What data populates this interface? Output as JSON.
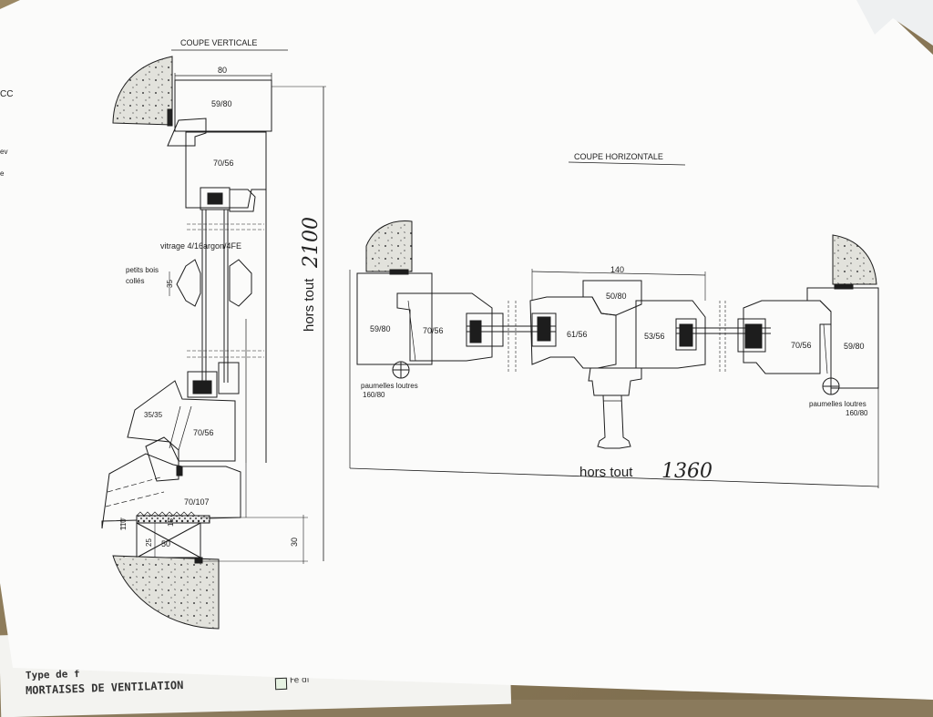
{
  "colors": {
    "paper": "#fbfbfa",
    "ink": "#1d1d1d",
    "table": "#8a7a5c",
    "stone": "#e2e2dc"
  },
  "background_sheet": {
    "line1": "Type de f",
    "line2": "MORTAISES DE VENTILATION",
    "checkbox_text": "Fe di",
    "margin_cc": "CC",
    "margin_ev": "ev",
    "margin_e": "e"
  },
  "vertical_section": {
    "title": "COUPE VERTICALE",
    "dim_top": "80",
    "label_59_80": "59/80",
    "label_70_56_top": "70/56",
    "glazing": "vitrage 4/16argon/4FE",
    "glued_bars_line1": "petits bois",
    "glued_bars_line2": "collés",
    "dim_35": "35",
    "label_35_35": "35/35",
    "label_70_56_bottom": "70/56",
    "label_70_107": "70/107",
    "dim_110": "110",
    "dim_25": "25",
    "dim_15": "15",
    "dim_50": "50",
    "dim_30": "30",
    "overall_label": "hors tout",
    "overall_value": "2100"
  },
  "horizontal_section": {
    "title": "COUPE HORIZONTALE",
    "dim_140": "140",
    "label_50_80": "50/80",
    "label_59_80_left": "59/80",
    "label_70_56_left": "70/56",
    "label_61_56": "61/56",
    "label_53_56": "53/56",
    "label_70_56_right": "70/56",
    "label_59_80_right": "59/80",
    "hinge_left_line1": "paumelles loutres",
    "hinge_left_line2": "160/80",
    "hinge_right_line1": "paumelles loutres",
    "hinge_right_line2": "160/80",
    "overall_label": "hors tout",
    "overall_value": "1360"
  }
}
